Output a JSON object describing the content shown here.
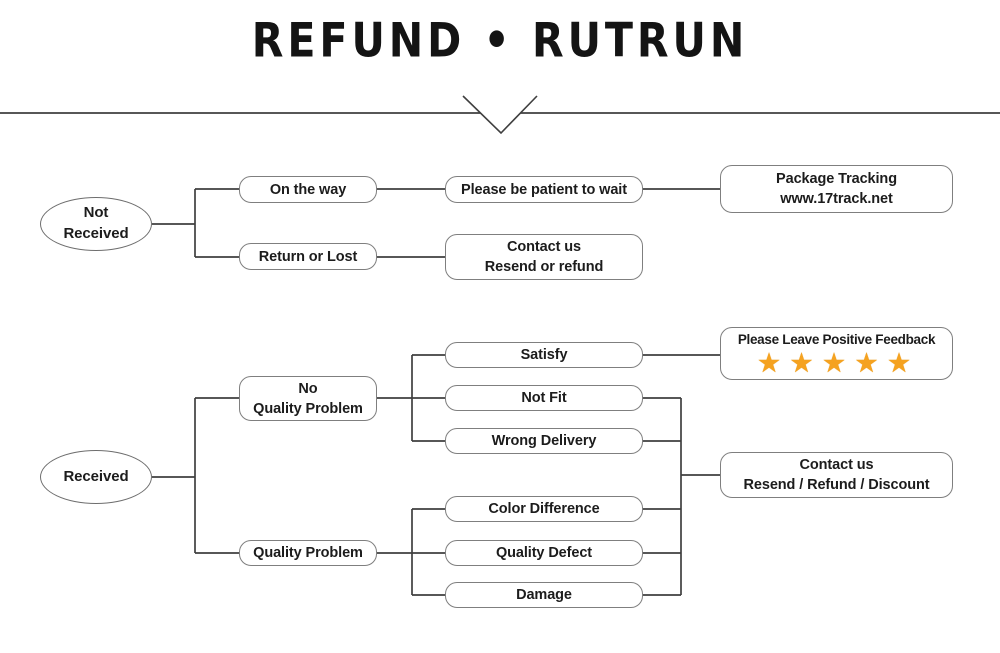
{
  "title": "REFUND • RUTRUN",
  "colors": {
    "star_orange": "#F5A220",
    "line": "#3f3f3f",
    "box_border": "#7f7f7f",
    "text": "#1c1c1c"
  },
  "nodes": {
    "not_received": {
      "line1": "Not",
      "line2": "Received"
    },
    "received": {
      "label": "Received"
    },
    "on_the_way": {
      "label": "On the way"
    },
    "return_or_lost": {
      "label": "Return or Lost"
    },
    "be_patient": {
      "label": "Please be patient to wait"
    },
    "package_tracking": {
      "line1": "Package Tracking",
      "line2": "www.17track.net"
    },
    "contact_top": {
      "line1": "Contact us",
      "line2": "Resend or refund"
    },
    "no_quality_problem": {
      "line1": "No",
      "line2": "Quality Problem"
    },
    "quality_problem": {
      "label": "Quality Problem"
    },
    "satisfy": {
      "label": "Satisfy"
    },
    "not_fit": {
      "label": "Not Fit"
    },
    "wrong_delivery": {
      "label": "Wrong Delivery"
    },
    "color_difference": {
      "label": "Color Difference"
    },
    "quality_defect": {
      "label": "Quality Defect"
    },
    "damage": {
      "label": "Damage"
    },
    "feedback": {
      "label": "Please Leave Positive Feedback",
      "stars": "★★★★★"
    },
    "contact_bottom": {
      "line1": "Contact us",
      "line2": "Resend / Refund / Discount"
    }
  }
}
